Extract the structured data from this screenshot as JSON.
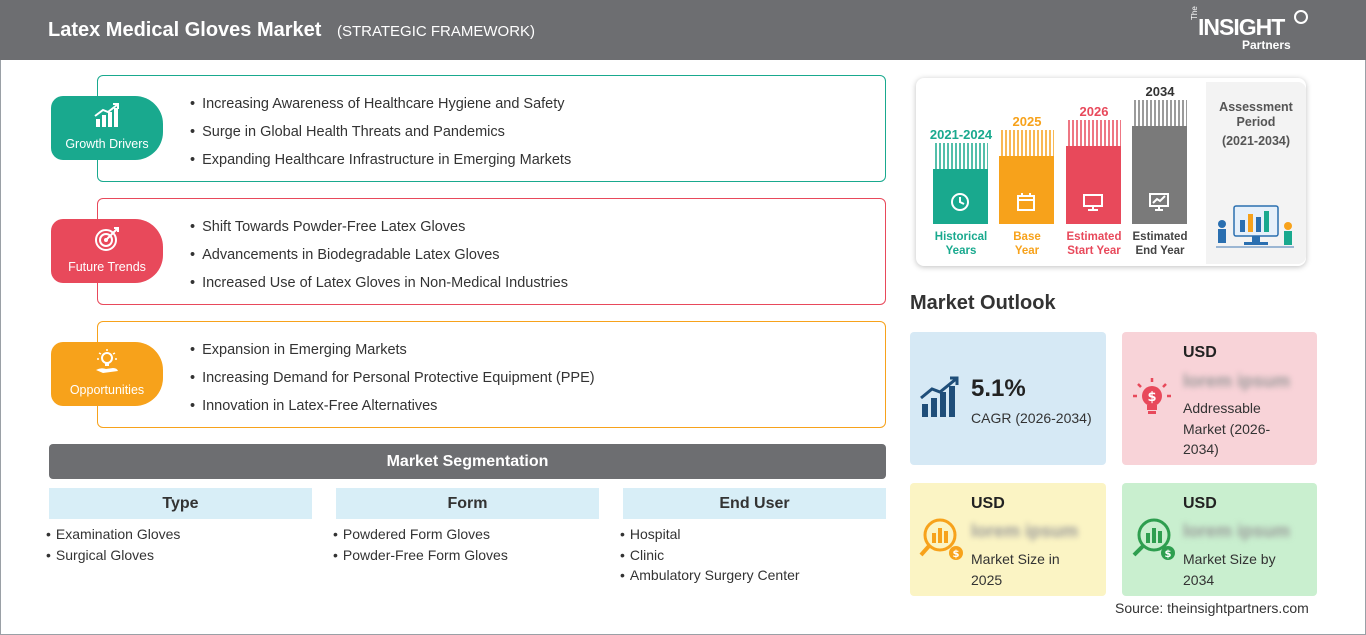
{
  "header": {
    "title": "Latex Medical Gloves Market",
    "subtitle": "(STRATEGIC FRAMEWORK)",
    "logo": {
      "the": "The",
      "insight": "INSIGHT",
      "partners": "Partners"
    }
  },
  "framework": [
    {
      "label": "Growth Drivers",
      "icon": "bar-chart-growth-icon",
      "color": "#19a98e",
      "items": [
        "Increasing Awareness of Healthcare Hygiene and Safety",
        "Surge in Global Health Threats and Pandemics",
        "Expanding Healthcare Infrastructure in Emerging Markets"
      ]
    },
    {
      "label": "Future Trends",
      "icon": "target-icon",
      "color": "#e8495b",
      "items": [
        "Shift Towards Powder-Free Latex Gloves",
        "Advancements in Biodegradable Latex Gloves",
        "Increased Use of Latex Gloves in Non-Medical Industries"
      ]
    },
    {
      "label": "Opportunities",
      "icon": "lightbulb-hand-icon",
      "color": "#f7a21b",
      "items": [
        "Expansion in Emerging Markets",
        "Increasing Demand for Personal Protective Equipment (PPE)",
        "Innovation in Latex-Free Alternatives"
      ]
    }
  ],
  "segmentation": {
    "title": "Market Segmentation",
    "columns": [
      {
        "heading": "Type",
        "items": [
          "Examination Gloves",
          "Surgical Gloves"
        ]
      },
      {
        "heading": "Form",
        "items": [
          "Powdered Form Gloves",
          "Powder-Free Form Gloves"
        ]
      },
      {
        "heading": "End User",
        "items": [
          "Hospital",
          "Clinic",
          "Ambulatory Surgery Center"
        ]
      }
    ]
  },
  "timeline": {
    "bars": [
      {
        "year": "2021-2024",
        "label_line1": "Historical",
        "label_line2": "Years",
        "color": "#19a98e",
        "icon": "history-icon"
      },
      {
        "year": "2025",
        "label_line1": "Base",
        "label_line2": "Year",
        "color": "#f7a21b",
        "icon": "calendar-icon"
      },
      {
        "year": "2026",
        "label_line1": "Estimated",
        "label_line2": "Start Year",
        "color": "#e8495b",
        "icon": "presentation-icon"
      },
      {
        "year": "2034",
        "label_line1": "Estimated",
        "label_line2": "End Year",
        "color": "#7a7a7a",
        "icon": "monitor-chart-icon"
      }
    ],
    "assessment_title": "Assessment Period",
    "assessment_period": "(2021-2034)"
  },
  "outlook": {
    "title": "Market Outlook",
    "cagr": {
      "value": "5.1%",
      "label": "CAGR (2026-2034)",
      "color": "#d6e9f5",
      "icon": "growth-chart-icon"
    },
    "addressable": {
      "currency": "USD",
      "value": "lorem ipsum",
      "label": "Addressable Market (2026-2034)",
      "color": "#f8d3d8",
      "icon": "idea-bulb-icon"
    },
    "size_2025": {
      "currency": "USD",
      "value": "lorem ipsum",
      "label": "Market Size in 2025",
      "color": "#fbf4c4",
      "icon": "money-analysis-icon"
    },
    "size_2034": {
      "currency": "USD",
      "value": "lorem ipsum",
      "label": "Market Size by 2034",
      "color": "#c9efcf",
      "icon": "money-growth-icon"
    }
  },
  "source": "Source: theinsightpartners.com"
}
